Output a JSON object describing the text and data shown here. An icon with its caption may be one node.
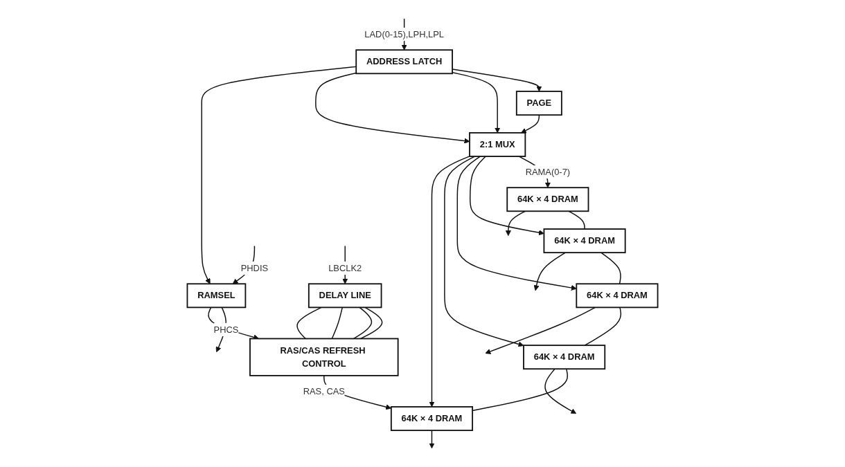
{
  "diagram": {
    "nodes": [
      {
        "text": [
          "ADDRESS LATCH"
        ]
      },
      {
        "text": [
          "PAGE"
        ]
      },
      {
        "text": [
          "2:1 MUX"
        ]
      },
      {
        "text": [
          "RAMSEL"
        ]
      },
      {
        "text": [
          "DELAY LINE"
        ]
      },
      {
        "text": [
          "RAS/CAS REFRESH CONTROL"
        ]
      },
      {
        "text": [
          "64K × 4 DRAM"
        ]
      },
      {
        "text": [
          "64K × 4 DRAM"
        ]
      },
      {
        "text": [
          "64K × 4 DRAM"
        ]
      },
      {
        "text": [
          "64K × 4 DRAM"
        ]
      },
      {
        "text": [
          "64K × 4 DRAM"
        ]
      }
    ],
    "edges": [
      {
        "from": null,
        "to": 0,
        "arrow": "to",
        "label": "LAD(0-15),LPH,LPL"
      },
      {
        "from": 0,
        "to": 1,
        "arrow": "to"
      },
      {
        "from": 1,
        "to": 2,
        "arrow": "to"
      },
      {
        "from": 0,
        "to": 2,
        "arrow": "to"
      },
      {
        "from": 0,
        "to": 2,
        "arrow": "to"
      },
      {
        "from": 0,
        "to": 3,
        "arrow": "to"
      },
      {
        "from": null,
        "to": 3,
        "arrow": "to",
        "label": "PHDIS"
      },
      {
        "from": 3,
        "to": null,
        "arrow": "to",
        "label": "PHCS"
      },
      {
        "from": 3,
        "to": 5,
        "arrow": "to"
      },
      {
        "from": null,
        "to": 4,
        "arrow": "to",
        "label": "LBCLK2"
      },
      {
        "from": 4,
        "to": 5,
        "arrow": "none"
      },
      {
        "from": 4,
        "to": 5,
        "arrow": "none"
      },
      {
        "from": 4,
        "to": 5,
        "arrow": "none"
      },
      {
        "from": 4,
        "to": 5,
        "arrow": "none"
      },
      {
        "from": 2,
        "to": 6,
        "arrow": "to",
        "label": "RAMA(0-7)"
      },
      {
        "from": 2,
        "to": 7,
        "arrow": "to"
      },
      {
        "from": 2,
        "to": 8,
        "arrow": "to"
      },
      {
        "from": 2,
        "to": 9,
        "arrow": "to"
      },
      {
        "from": 2,
        "to": 10,
        "arrow": "to"
      },
      {
        "from": 5,
        "to": 10,
        "arrow": "to",
        "label": "RAS, CAS"
      },
      {
        "from": 6,
        "to": 7,
        "arrow": "none"
      },
      {
        "from": 7,
        "to": 8,
        "arrow": "none"
      },
      {
        "from": 8,
        "to": 9,
        "arrow": "none"
      },
      {
        "from": 9,
        "to": 10,
        "arrow": "none"
      },
      {
        "from": 6,
        "to": null,
        "arrow": "to"
      },
      {
        "from": 7,
        "to": null,
        "arrow": "to"
      },
      {
        "from": 8,
        "to": null,
        "arrow": "to"
      },
      {
        "from": 9,
        "to": null,
        "arrow": "to"
      },
      {
        "from": 10,
        "to": null,
        "arrow": "to"
      }
    ]
  }
}
